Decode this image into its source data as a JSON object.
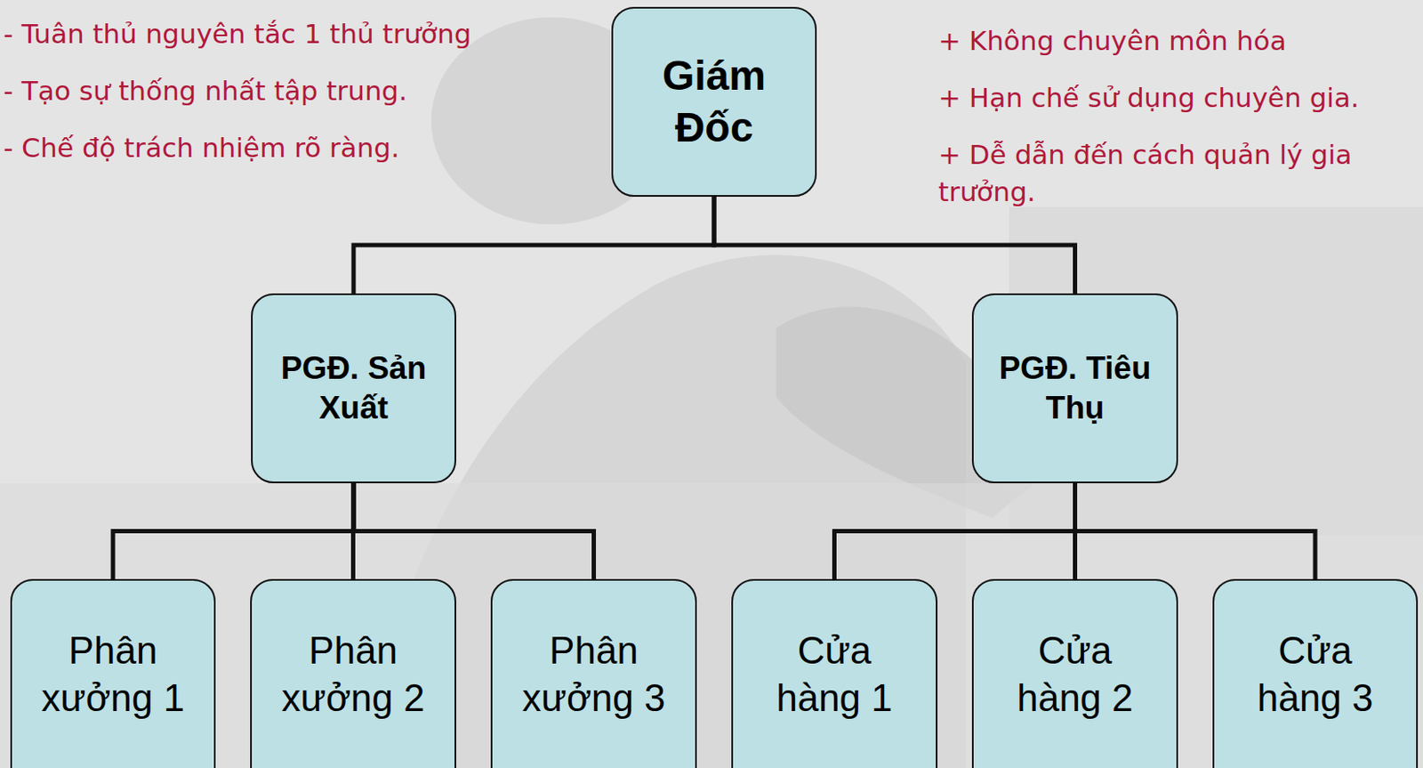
{
  "diagram": {
    "nodes": [
      {
        "text": [
          "Giám Đốc"
        ]
      },
      {
        "text": [
          "PGĐ. Sản Xuất"
        ]
      },
      {
        "text": [
          "PGĐ. Tiêu Thụ"
        ]
      },
      {
        "text": [
          "Phân xưởng 1"
        ]
      },
      {
        "text": [
          "Phân xưởng 2"
        ]
      },
      {
        "text": [
          "Phân xưởng 3"
        ]
      },
      {
        "text": [
          "Cửa hàng 1"
        ]
      },
      {
        "text": [
          "Cửa hàng 2"
        ]
      },
      {
        "text": [
          "Cửa hàng 3"
        ]
      }
    ],
    "edges": [
      {
        "from": 0,
        "to": 1,
        "arrow": "none"
      },
      {
        "from": 0,
        "to": 2,
        "arrow": "none"
      },
      {
        "from": 1,
        "to": 3,
        "arrow": "none"
      },
      {
        "from": 1,
        "to": 4,
        "arrow": "none"
      },
      {
        "from": 1,
        "to": 5,
        "arrow": "none"
      },
      {
        "from": 2,
        "to": 6,
        "arrow": "none"
      },
      {
        "from": 2,
        "to": 7,
        "arrow": "none"
      },
      {
        "from": 2,
        "to": 8,
        "arrow": "none"
      }
    ],
    "labels": [
      "- Tuân thủ nguyên tắc 1 thủ trưởng",
      "- Tạo sự thống nhất tập trung.",
      "- Chế độ trách nhiệm rõ ràng.",
      "+ Không chuyên môn hóa",
      "+ Hạn chế sử dụng chuyên gia.",
      "+ Dễ dẫn đến cách quản lý gia trưởng."
    ]
  }
}
